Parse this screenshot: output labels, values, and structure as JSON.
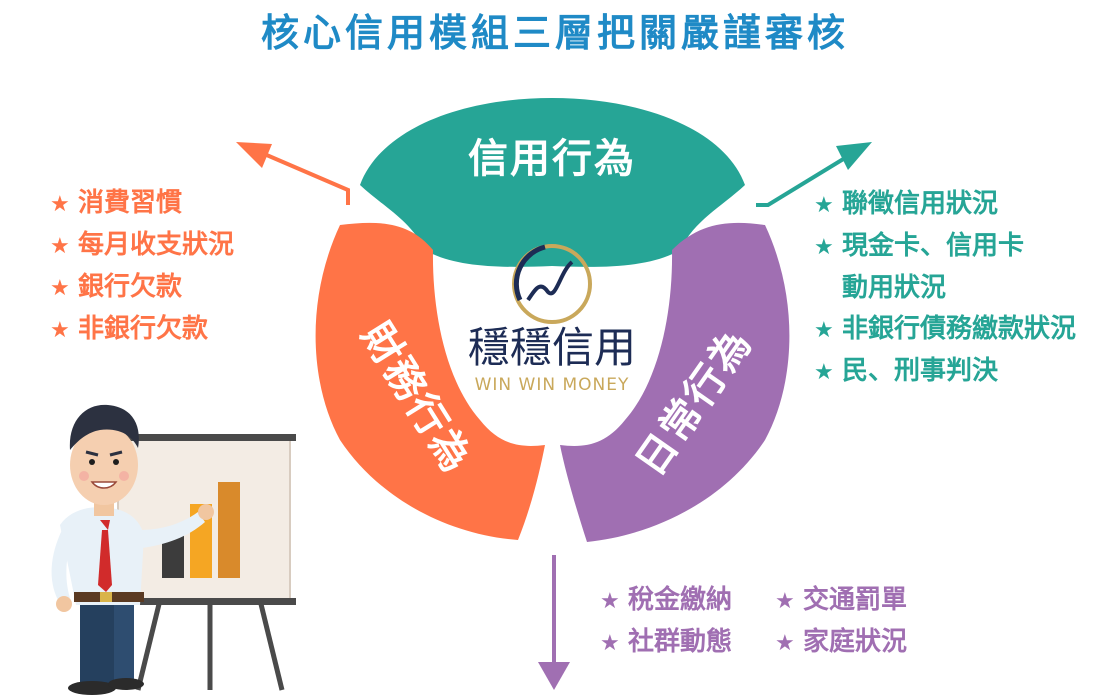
{
  "title": "核心信用模組三層把關嚴謹審核",
  "colors": {
    "title": "#1f8ac6",
    "teal": "#26a596",
    "orange": "#ff7447",
    "purple": "#a06fb2",
    "logo_navy": "#1d2c55",
    "logo_gold": "#c9a85b"
  },
  "segments": {
    "top": "信用行為",
    "left": "財務行為",
    "right": "日常行為"
  },
  "logo": {
    "name": "穩穩信用",
    "subtitle": "WIN WIN MONEY"
  },
  "star_glyph": "★",
  "financial_items": [
    "消費習慣",
    "每月收支狀況",
    "銀行欠款",
    "非銀行欠款"
  ],
  "credit_items": [
    {
      "text": "聯徵信用狀況"
    },
    {
      "text": "現金卡、信用卡"
    },
    {
      "text": "動用狀況",
      "continuation": true
    },
    {
      "text": "非銀行債務繳款狀況"
    },
    {
      "text": "民、刑事判決"
    }
  ],
  "daily_items": [
    [
      "稅金繳納",
      "交通罰單"
    ],
    [
      "社群動態",
      "家庭狀況"
    ]
  ]
}
